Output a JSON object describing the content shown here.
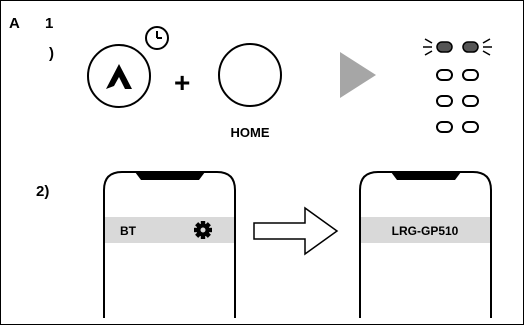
{
  "labels": {
    "section": "A",
    "step1_number": "1",
    "step1_paren": ")",
    "step2": "2)",
    "plus": "+",
    "home": "HOME"
  },
  "phone_left": {
    "bar_text": "BT"
  },
  "phone_right": {
    "bar_text": "LRG-GP510"
  },
  "icons": [
    "logo-a-button-icon",
    "clock-icon",
    "home-button-icon",
    "play-arrow-icon",
    "blinking-led-icon",
    "led-icon",
    "gear-icon",
    "outline-arrow-icon"
  ],
  "colors": {
    "ink": "#000000",
    "bar": "#d9d9d9",
    "play": "#a6a6a6",
    "led_blink": "#555555"
  }
}
